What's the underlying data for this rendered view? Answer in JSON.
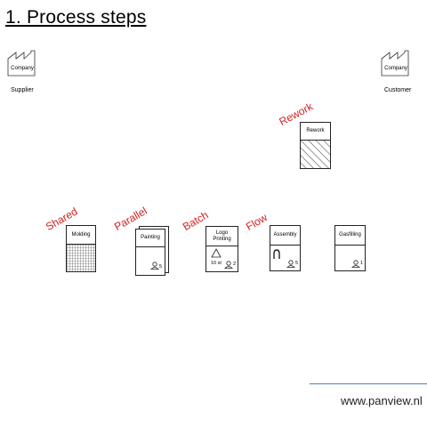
{
  "title": "1. Process steps",
  "supplier": {
    "company_label": "Company",
    "caption": "Supplier",
    "icon": "factory-icon"
  },
  "customer": {
    "company_label": "Company",
    "caption": "Customer",
    "icon": "factory-icon"
  },
  "rework": {
    "tag": "Rework",
    "box_label": "Rework",
    "pattern": "hatch"
  },
  "tags": {
    "shared": "Shared",
    "parallel": "Parallel",
    "batch": "Batch",
    "flow": "Flow"
  },
  "steps": {
    "molding": {
      "label": "Molding",
      "pattern": "grid"
    },
    "painting": {
      "label": "Painting",
      "operators": "5"
    },
    "logo_printing": {
      "label": "Logo\nPrinting",
      "batch_size": "10 st",
      "operators": "2",
      "icon": "triangle-inventory-icon"
    },
    "assembly": {
      "label": "Assembly",
      "operators": "5",
      "icon": "u-shape-cell-icon"
    },
    "gasfilling": {
      "label": "Gasfilling",
      "operators": "1"
    }
  },
  "footer": {
    "url": "www.panview.nl",
    "accent_color": "#4a7cc9"
  },
  "colors": {
    "tag_red": "#d42020"
  }
}
